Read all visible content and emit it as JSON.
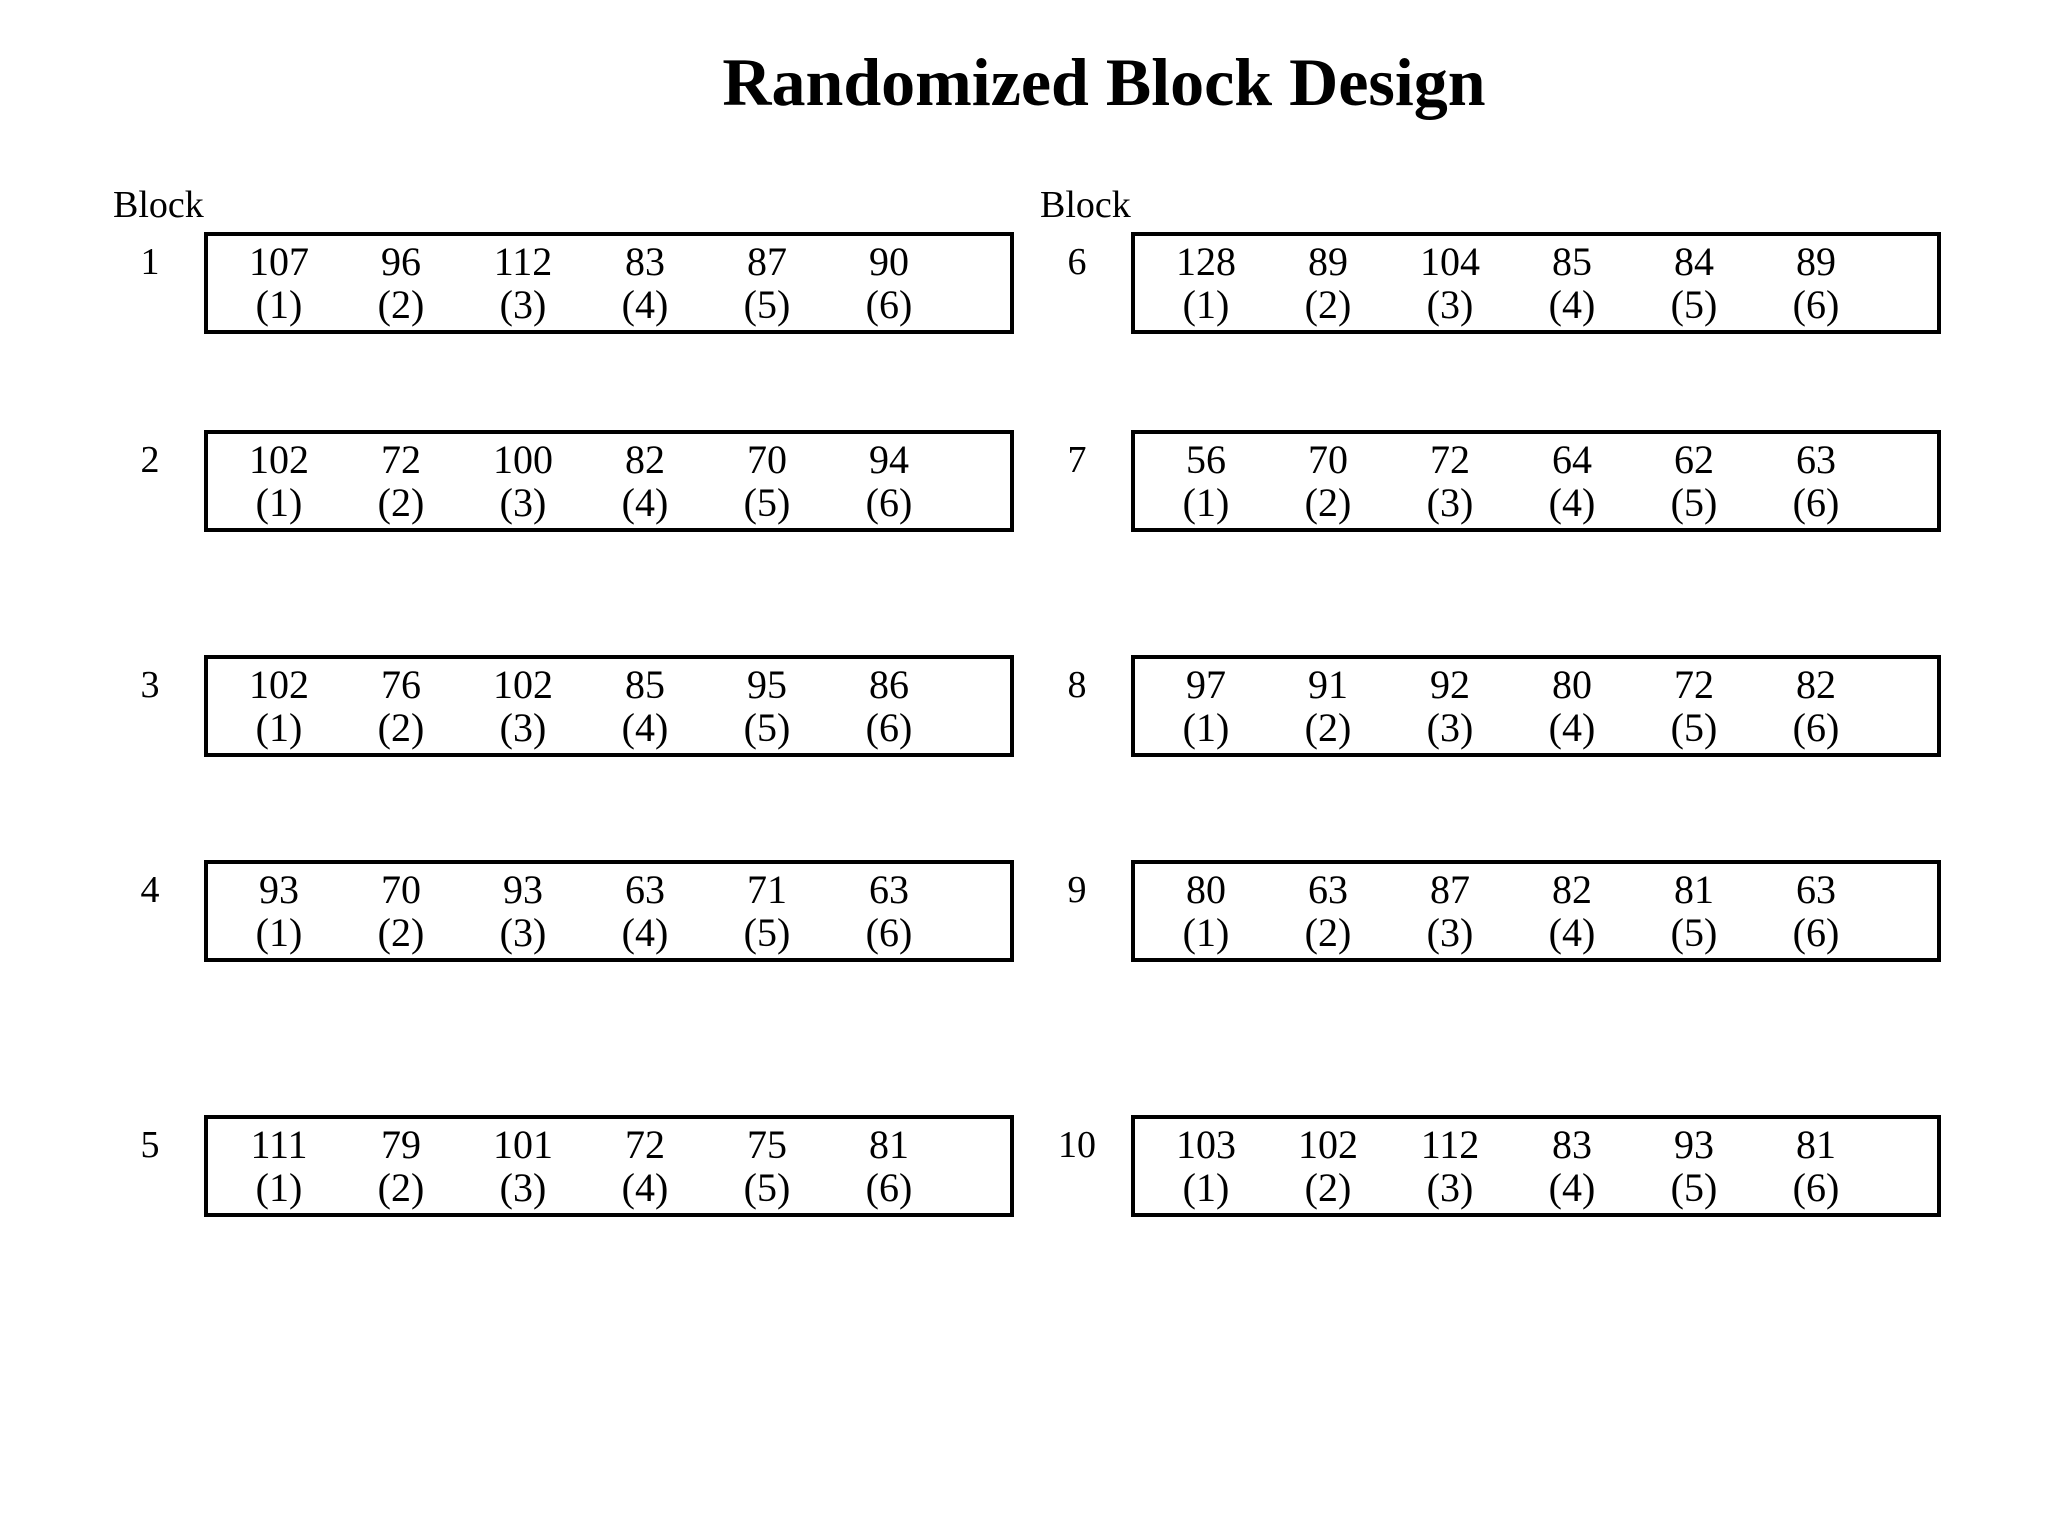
{
  "title": "Randomized Block Design",
  "colors": {
    "text": "#000000",
    "background": "#ffffff",
    "box_border": "#000000"
  },
  "columns": [
    {
      "header": "Block",
      "blocks": [
        {
          "number": "1",
          "cells": [
            {
              "value": "107",
              "treatment": "(1)"
            },
            {
              "value": "96",
              "treatment": "(2)"
            },
            {
              "value": "112",
              "treatment": "(3)"
            },
            {
              "value": "83",
              "treatment": "(4)"
            },
            {
              "value": "87",
              "treatment": "(5)"
            },
            {
              "value": "90",
              "treatment": "(6)"
            }
          ]
        },
        {
          "number": "2",
          "cells": [
            {
              "value": "102",
              "treatment": "(1)"
            },
            {
              "value": "72",
              "treatment": "(2)"
            },
            {
              "value": "100",
              "treatment": "(3)"
            },
            {
              "value": "82",
              "treatment": "(4)"
            },
            {
              "value": "70",
              "treatment": "(5)"
            },
            {
              "value": "94",
              "treatment": "(6)"
            }
          ]
        },
        {
          "number": "3",
          "cells": [
            {
              "value": "102",
              "treatment": "(1)"
            },
            {
              "value": "76",
              "treatment": "(2)"
            },
            {
              "value": "102",
              "treatment": "(3)"
            },
            {
              "value": "85",
              "treatment": "(4)"
            },
            {
              "value": "95",
              "treatment": "(5)"
            },
            {
              "value": "86",
              "treatment": "(6)"
            }
          ]
        },
        {
          "number": "4",
          "cells": [
            {
              "value": "93",
              "treatment": "(1)"
            },
            {
              "value": "70",
              "treatment": "(2)"
            },
            {
              "value": "93",
              "treatment": "(3)"
            },
            {
              "value": "63",
              "treatment": "(4)"
            },
            {
              "value": "71",
              "treatment": "(5)"
            },
            {
              "value": "63",
              "treatment": "(6)"
            }
          ]
        },
        {
          "number": "5",
          "cells": [
            {
              "value": "111",
              "treatment": "(1)"
            },
            {
              "value": "79",
              "treatment": "(2)"
            },
            {
              "value": "101",
              "treatment": "(3)"
            },
            {
              "value": "72",
              "treatment": "(4)"
            },
            {
              "value": "75",
              "treatment": "(5)"
            },
            {
              "value": "81",
              "treatment": "(6)"
            }
          ]
        }
      ]
    },
    {
      "header": "Block",
      "blocks": [
        {
          "number": "6",
          "cells": [
            {
              "value": "128",
              "treatment": "(1)"
            },
            {
              "value": "89",
              "treatment": "(2)"
            },
            {
              "value": "104",
              "treatment": "(3)"
            },
            {
              "value": "85",
              "treatment": "(4)"
            },
            {
              "value": "84",
              "treatment": "(5)"
            },
            {
              "value": "89",
              "treatment": "(6)"
            }
          ]
        },
        {
          "number": "7",
          "cells": [
            {
              "value": "56",
              "treatment": "(1)"
            },
            {
              "value": "70",
              "treatment": "(2)"
            },
            {
              "value": "72",
              "treatment": "(3)"
            },
            {
              "value": "64",
              "treatment": "(4)"
            },
            {
              "value": "62",
              "treatment": "(5)"
            },
            {
              "value": "63",
              "treatment": "(6)"
            }
          ]
        },
        {
          "number": "8",
          "cells": [
            {
              "value": "97",
              "treatment": "(1)"
            },
            {
              "value": "91",
              "treatment": "(2)"
            },
            {
              "value": "92",
              "treatment": "(3)"
            },
            {
              "value": "80",
              "treatment": "(4)"
            },
            {
              "value": "72",
              "treatment": "(5)"
            },
            {
              "value": "82",
              "treatment": "(6)"
            }
          ]
        },
        {
          "number": "9",
          "cells": [
            {
              "value": "80",
              "treatment": "(1)"
            },
            {
              "value": "63",
              "treatment": "(2)"
            },
            {
              "value": "87",
              "treatment": "(3)"
            },
            {
              "value": "82",
              "treatment": "(4)"
            },
            {
              "value": "81",
              "treatment": "(5)"
            },
            {
              "value": "63",
              "treatment": "(6)"
            }
          ]
        },
        {
          "number": "10",
          "cells": [
            {
              "value": "103",
              "treatment": "(1)"
            },
            {
              "value": "102",
              "treatment": "(2)"
            },
            {
              "value": "112",
              "treatment": "(3)"
            },
            {
              "value": "83",
              "treatment": "(4)"
            },
            {
              "value": "93",
              "treatment": "(5)"
            },
            {
              "value": "81",
              "treatment": "(6)"
            }
          ]
        }
      ]
    }
  ]
}
